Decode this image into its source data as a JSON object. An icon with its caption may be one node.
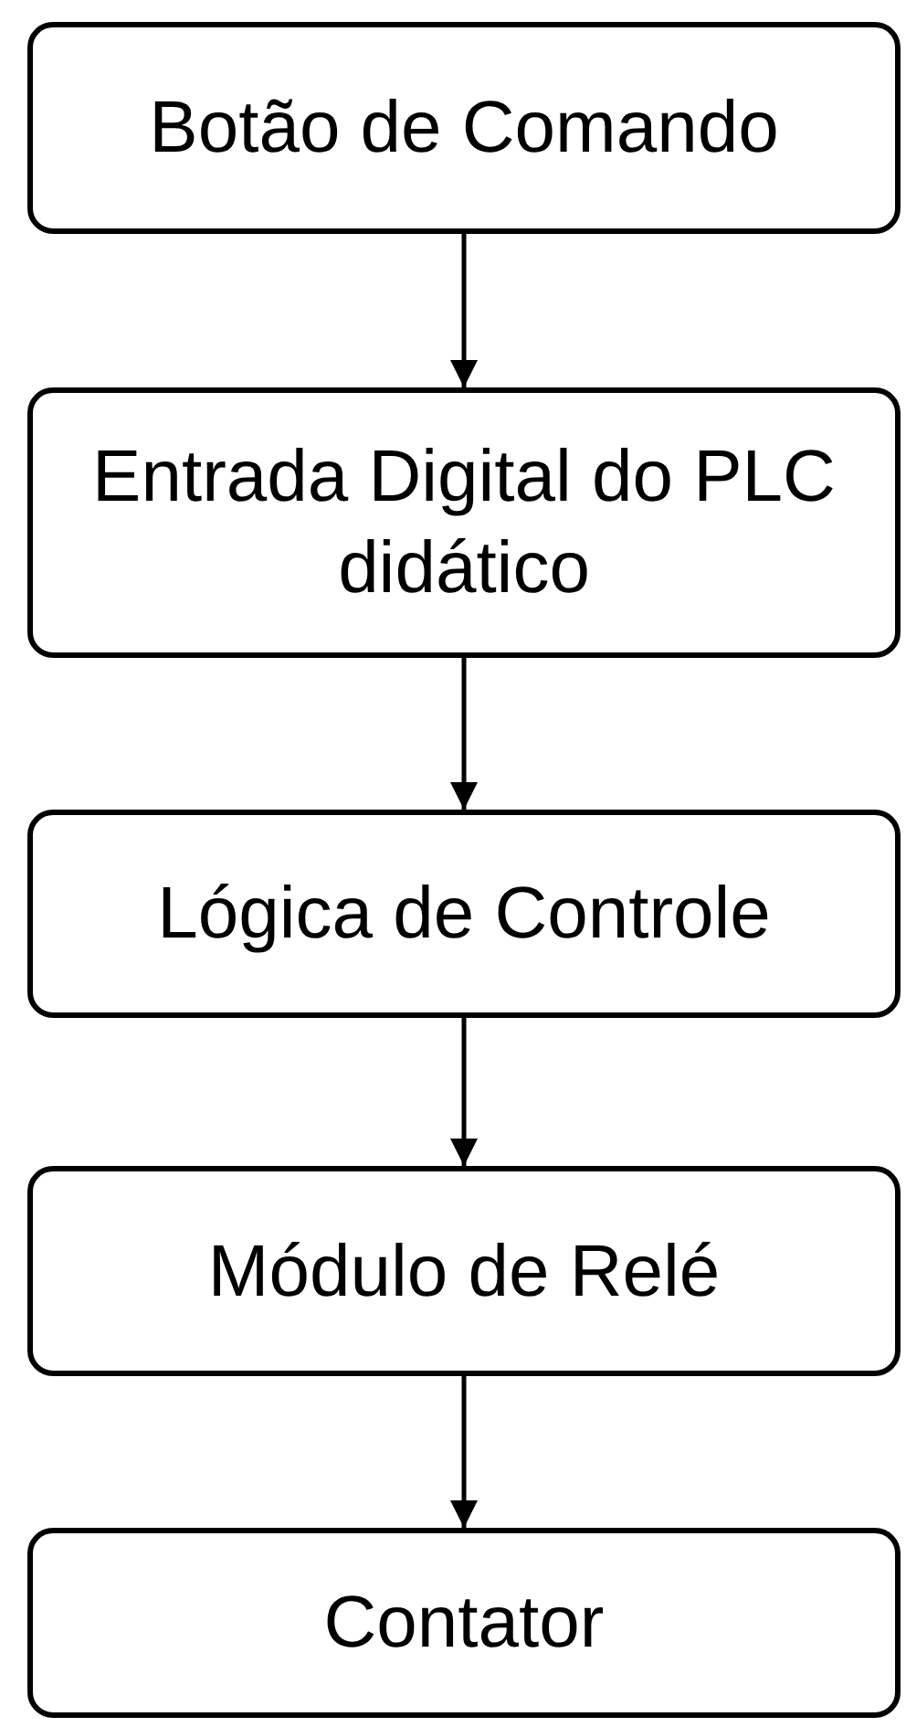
{
  "diagram": {
    "nodes": [
      {
        "text": [
          "Botão de Comando"
        ]
      },
      {
        "text": [
          "Entrada Digital do PLC didático"
        ]
      },
      {
        "text": [
          "Lógica de Controle"
        ]
      },
      {
        "text": [
          "Módulo de Relé"
        ]
      },
      {
        "text": [
          "Contator"
        ]
      }
    ],
    "edges": [
      {
        "from": 0,
        "to": 1,
        "arrow": "to"
      },
      {
        "from": 1,
        "to": 2,
        "arrow": "to"
      },
      {
        "from": 2,
        "to": 3,
        "arrow": "to"
      },
      {
        "from": 3,
        "to": 4,
        "arrow": "to"
      }
    ]
  }
}
